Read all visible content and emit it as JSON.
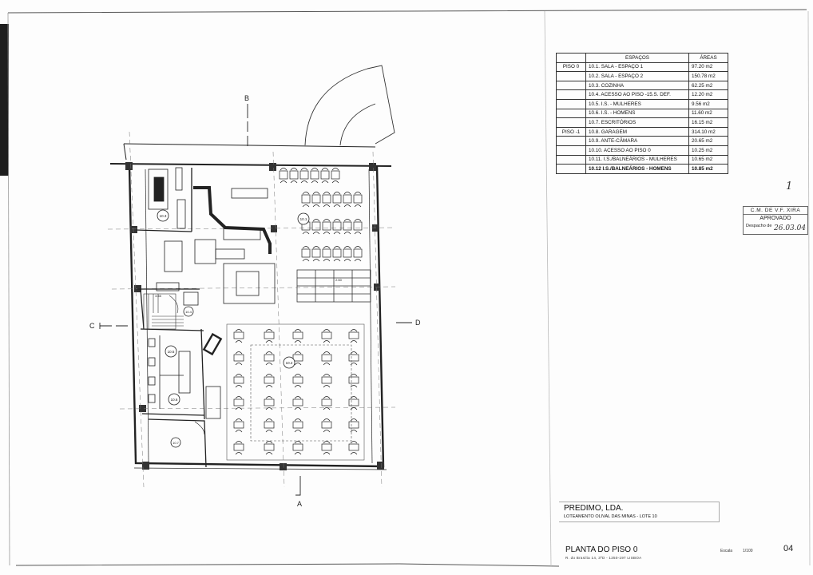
{
  "area_table": {
    "header_space": "ESPAÇOS",
    "header_area": "ÁREAS",
    "rows": [
      {
        "floor": "PISO 0",
        "space": "10.1. SALA - ESPAÇO 1",
        "area": "97.20 m2"
      },
      {
        "floor": "",
        "space": "10.2. SALA - ESPAÇO 2",
        "area": "150.78 m2"
      },
      {
        "floor": "",
        "space": "10.3. COZINHA",
        "area": "62.25 m2"
      },
      {
        "floor": "",
        "space": "10.4. ACESSO AO PISO -15.S. DEF.",
        "area": "12.20 m2"
      },
      {
        "floor": "",
        "space": "10.5. I.S. - MULHERES",
        "area": "9.56 m2"
      },
      {
        "floor": "",
        "space": "10.6. I.S. - HOMENS",
        "area": "11.60 m2"
      },
      {
        "floor": "",
        "space": "10.7. ESCRITÓRIOS",
        "area": "16.15 m2"
      },
      {
        "floor": "PISO -1",
        "space": "10.8. GARAGEM",
        "area": "314.10 m2"
      },
      {
        "floor": "",
        "space": "10.9. ANTE-CÂMARA",
        "area": "20.65 m2"
      },
      {
        "floor": "",
        "space": "10.10. ACESSO AO PISO 0",
        "area": "10.25 m2"
      },
      {
        "floor": "",
        "space": "10.11. I.S./BALNEÁRIOS - MULHERES",
        "area": "10.65 m2"
      },
      {
        "floor": "",
        "space": "10.12 I.S./BALNEÁRIOS - HOMENS",
        "area": "10.85 m2"
      }
    ]
  },
  "stamp": {
    "org": "C.M. DE V.F. XIRA",
    "status": "APROVADO",
    "despacho_label": "Despacho de",
    "despacho_date": "26.03.04"
  },
  "sign_mark": "1",
  "section_labels": {
    "a": "A",
    "b": "B",
    "c": "C",
    "d": "D"
  },
  "rooms": {
    "r101": "10.1",
    "r102": "10.2",
    "r103": "10.3",
    "r104": "10.4",
    "r105": "10.5",
    "r106": "10.6",
    "r107": "10.7",
    "r_stair": "3.55",
    "r_bar": "2.50"
  },
  "title_block": {
    "company": "PREDIMO, LDA.",
    "project": "LOTEAMENTO OLIVAL DAS MINAS - LOTE 10",
    "drawing_title": "PLANTA DO PISO 0",
    "address": "R. do Brasilia 14, 3ºD - 1250-197 LISBOA",
    "scale_label": "Escala",
    "scale": "1/100",
    "sheet_number": "04"
  }
}
